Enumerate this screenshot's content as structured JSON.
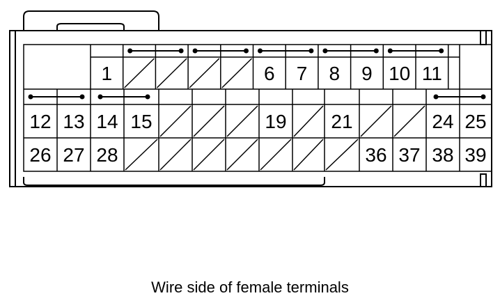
{
  "caption": "Wire side of female terminals",
  "connector": {
    "row1_labels": [
      {
        "col": 0,
        "text": "1"
      },
      {
        "col": 5,
        "text": "6"
      },
      {
        "col": 6,
        "text": "7"
      },
      {
        "col": 7,
        "text": "8"
      },
      {
        "col": 8,
        "text": "9"
      },
      {
        "col": 9,
        "text": "10"
      },
      {
        "col": 10,
        "text": "11"
      }
    ],
    "row1_empty_cols": [
      1,
      2,
      3,
      4
    ],
    "row2_labels": [
      {
        "col": 0,
        "text": "12"
      },
      {
        "col": 1,
        "text": "13"
      },
      {
        "col": 2,
        "text": "14"
      },
      {
        "col": 3,
        "text": "15"
      },
      {
        "col": 7,
        "text": "19"
      },
      {
        "col": 9,
        "text": "21"
      },
      {
        "col": 12,
        "text": "24"
      },
      {
        "col": 13,
        "text": "25"
      }
    ],
    "row2_empty_cols": [
      4,
      5,
      6,
      8,
      10,
      11
    ],
    "row3_labels": [
      {
        "col": 0,
        "text": "26"
      },
      {
        "col": 1,
        "text": "27"
      },
      {
        "col": 2,
        "text": "28"
      },
      {
        "col": 10,
        "text": "36"
      },
      {
        "col": 11,
        "text": "37"
      },
      {
        "col": 12,
        "text": "38"
      },
      {
        "col": 13,
        "text": "39"
      }
    ],
    "row3_empty_cols": [
      3,
      4,
      5,
      6,
      7,
      8,
      9
    ]
  }
}
